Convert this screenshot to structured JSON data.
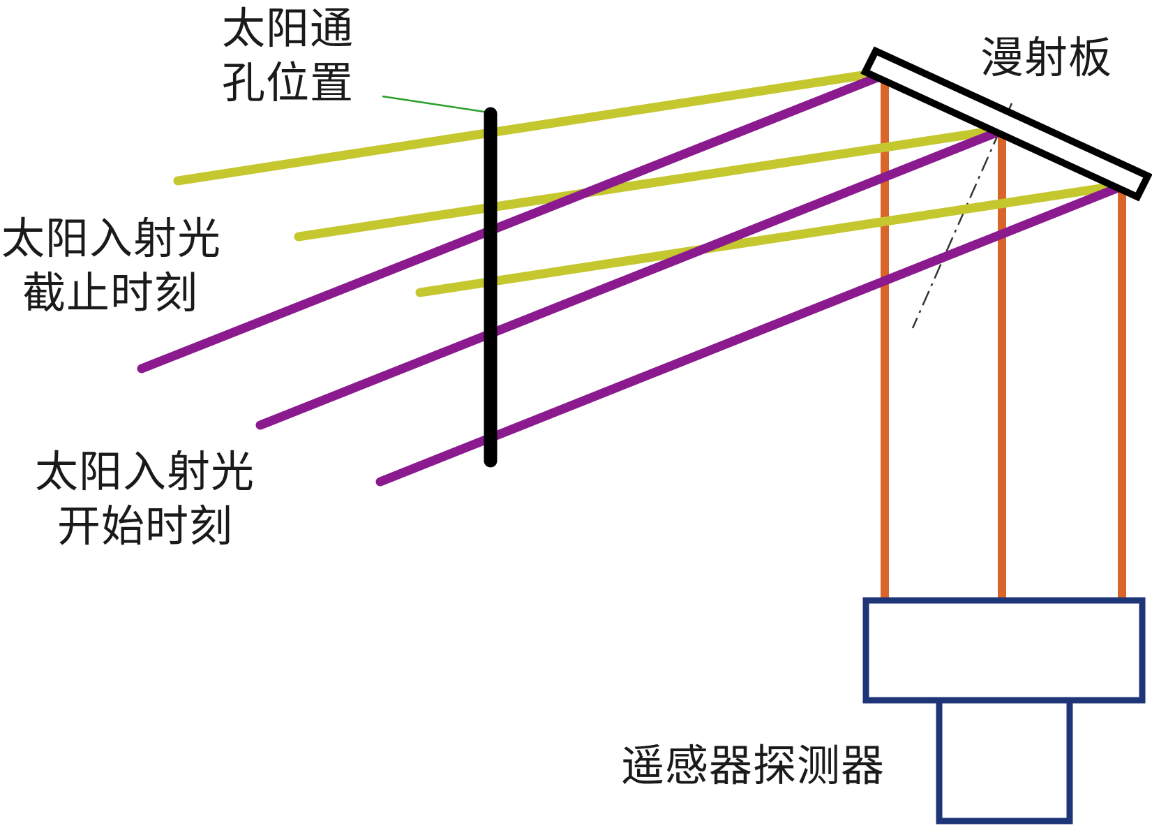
{
  "labels": {
    "aperture": [
      "太阳通",
      "孔位置"
    ],
    "diffuser": "漫射板",
    "sun_end": [
      "太阳入射光",
      "截止时刻"
    ],
    "sun_start": [
      "太阳入射光",
      "开始时刻"
    ],
    "detector": "遥感器探测器"
  },
  "colors": {
    "end_ray": "#c5c72e",
    "start_ray": "#8b1a8f",
    "reflected_ray": "#d9652a",
    "detector_outline": "#1e3577",
    "aperture_and_plate": "#000000",
    "leader_line": "#2aa02a",
    "normal_dash": "#333333"
  }
}
